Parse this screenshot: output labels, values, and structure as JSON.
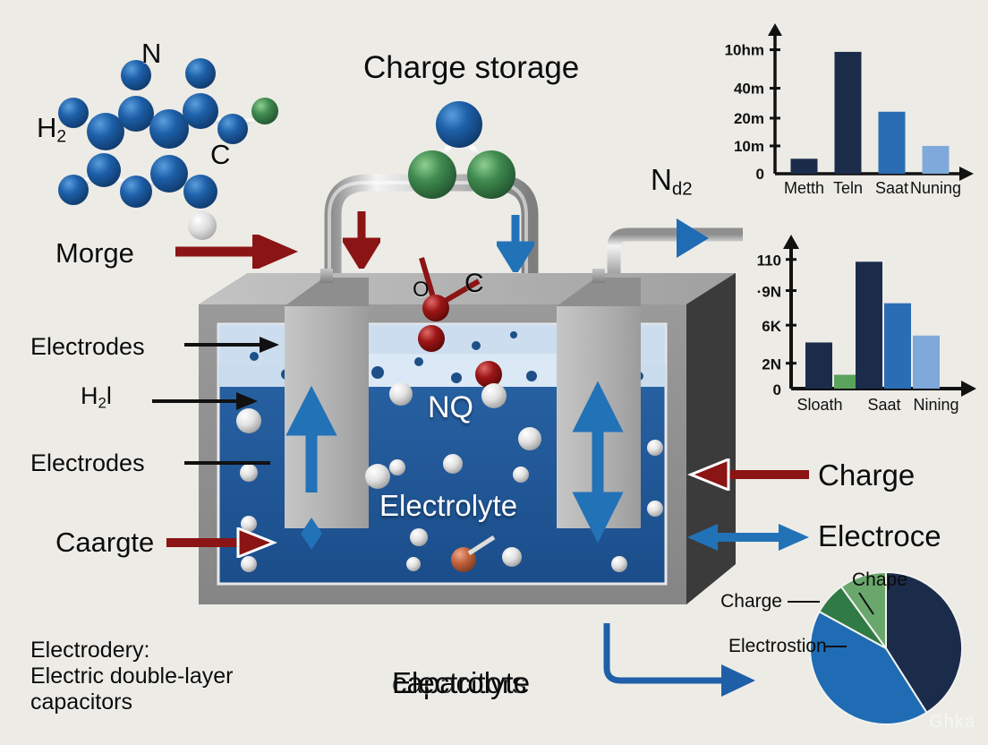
{
  "figure": {
    "background_color": "#ecebe5",
    "title_center": "Charge storage",
    "caption": {
      "line1": "Electrodery:",
      "line2": "Electric double-layer",
      "line3": "capacitors"
    },
    "watermark": "Ghka"
  },
  "colors": {
    "dark_navy": "#1b2c4b",
    "mid_blue": "#1f6cb4",
    "light_blue": "#7fa9da",
    "green": "#4f9a52",
    "dark_green": "#2f7a45",
    "red_arrow": "#8b1414",
    "blue_arrow": "#2272b8",
    "electrolyte_blue": "#1f5596",
    "electrode_gray": "#b3b3b3",
    "case_gray": "#8a8a8a",
    "atom_blue": "#1d5fa8",
    "atom_green": "#3f8a4f",
    "atom_white": "#e8e8e8",
    "atom_red": "#8e1212"
  },
  "labels": {
    "left": [
      {
        "id": "morge",
        "text": "Morge",
        "arrow": "red-right"
      },
      {
        "id": "electrodes-top",
        "text": "Electrodes",
        "arrow": "black-right"
      },
      {
        "id": "h2l",
        "text_main": "H",
        "text_sub": "2",
        "text_tail": "l",
        "arrow": "black-right"
      },
      {
        "id": "electrodes-bottom",
        "text": "Electrodes",
        "arrow": "black-right"
      },
      {
        "id": "caargte",
        "text": "Caargte",
        "arrow": "red-right"
      }
    ],
    "right": [
      {
        "id": "charge",
        "text": "Charge",
        "arrow": "red-left"
      },
      {
        "id": "electrode",
        "text": "Electroce",
        "arrow": "blue-double"
      }
    ],
    "inside": {
      "nq": "NQ",
      "electrolyte": "Electrolyte",
      "atom_o": "O",
      "atom_c": "C"
    },
    "bottom_center": "Electrolyte",
    "pipe_gas_main": "N",
    "pipe_gas_sub": "d2"
  },
  "molecule": {
    "labels": {
      "n": "N",
      "h2": "H",
      "h2_sub": "2",
      "c": "C"
    }
  },
  "chart_data": [
    {
      "id": "bar-chart-top",
      "type": "bar",
      "title": "",
      "xlabel": "",
      "ylabel": "",
      "categories": [
        "Metth",
        "Teln",
        "Saat",
        "Nuning"
      ],
      "values": [
        7,
        57,
        29,
        13
      ],
      "ylim": [
        0,
        62
      ],
      "ytick_labels": [
        "0",
        "10m",
        "20m",
        "40m",
        "10hm"
      ],
      "ytick_values": [
        0,
        13,
        26,
        40,
        58
      ],
      "bar_colors": [
        "#1b2c4b",
        "#1b2c4b",
        "#2a6db5",
        "#7fa9da"
      ],
      "grid": false,
      "legend": "none"
    },
    {
      "id": "bar-chart-bottom",
      "type": "bar",
      "title": "",
      "xlabel": "",
      "ylabel": "",
      "categories": [
        "Sloath",
        "Saat",
        "Nining"
      ],
      "series": [
        {
          "name": "series-1",
          "values": [
            40,
            110,
            0
          ],
          "color": "#1b2c4b"
        },
        {
          "name": "series-2",
          "values": [
            12,
            74,
            0
          ],
          "color": "#2a6db5"
        },
        {
          "name": "series-3",
          "values": [
            0,
            0,
            46
          ],
          "color": "#7fa9da"
        }
      ],
      "bars": [
        {
          "category": "Sloath",
          "value": 40,
          "color": "#1b2c4b"
        },
        {
          "category": "Sloath",
          "value": 12,
          "color": "#5aa35c"
        },
        {
          "category": "Saat",
          "value": 110,
          "color": "#1b2c4b"
        },
        {
          "category": "Saat",
          "value": 74,
          "color": "#2a6db5"
        },
        {
          "category": "Nining",
          "value": 46,
          "color": "#7fa9da"
        }
      ],
      "ylim": [
        0,
        118
      ],
      "ytick_labels": [
        "0",
        "2N",
        "6K",
        "·9N",
        "110"
      ],
      "ytick_values": [
        0,
        22,
        55,
        85,
        112
      ],
      "grid": false,
      "legend": "none"
    },
    {
      "id": "pie-chart",
      "type": "pie",
      "title": "",
      "labels": [
        "Chape",
        "Charge",
        "Electrostion"
      ],
      "slices": [
        {
          "label": "dark",
          "value": 41,
          "color": "#1b2c4b"
        },
        {
          "label": "Electrostion",
          "value": 42,
          "color": "#1f6cb4"
        },
        {
          "label": "Charge",
          "value": 7,
          "color": "#2f7a45"
        },
        {
          "label": "Chape",
          "value": 10,
          "color": "#6aa76c"
        }
      ],
      "legend": "callout-lines"
    }
  ]
}
